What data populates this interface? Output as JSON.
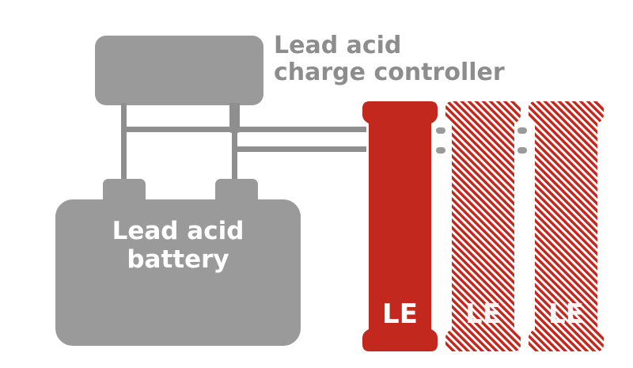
{
  "controller": {
    "label_line1": "Lead acid",
    "label_line2": "charge controller"
  },
  "battery": {
    "label_line1": "Lead acid",
    "label_line2": "battery"
  },
  "modules": [
    {
      "label": "LE",
      "fill": "solid"
    },
    {
      "label": "LE",
      "fill": "hatched"
    },
    {
      "label": "LE",
      "fill": "hatched"
    }
  ],
  "colors": {
    "module_red": "#c2281e",
    "device_gray": "#9a9a9a",
    "wire_gray": "#8f8f8f",
    "title_text_gray": "#8d8d8d",
    "battery_text": "#ffffff"
  }
}
